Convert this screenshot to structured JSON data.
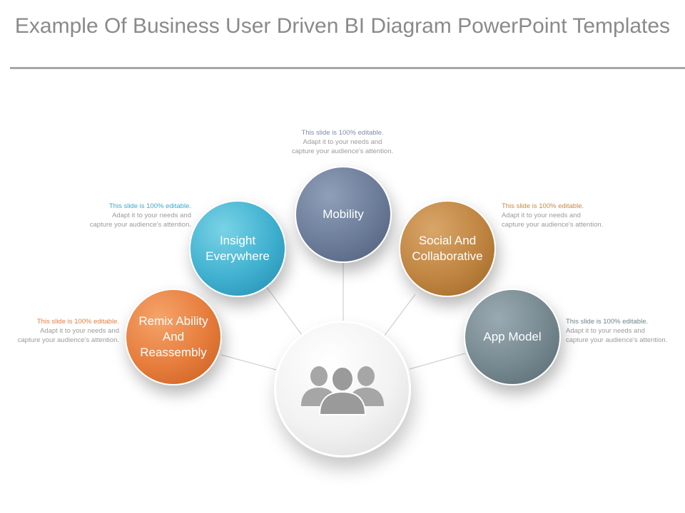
{
  "title": "Example Of Business User Driven BI Diagram PowerPoint Templates",
  "nodes": {
    "mobility": "Mobility",
    "insight": "Insight Everywhere",
    "social": "Social And Collaborative",
    "remix": "Remix Ability And Reassembly",
    "app": "App Model"
  },
  "notes": {
    "mobility": {
      "line1": "This slide is 100% editable.",
      "line2": "Adapt it to your needs and",
      "line3": "capture your audience's attention."
    },
    "insight": {
      "line1": "This slide is 100% editable.",
      "line2": "Adapt it to your needs and",
      "line3": "capture your audience's attention."
    },
    "social": {
      "line1": "This slide is 100% editable.",
      "line2": "Adapt it to your needs and",
      "line3": "capture your audience's attention."
    },
    "remix": {
      "line1": "This slide is 100% editable.",
      "line2": "Adapt it to your needs and",
      "line3": "capture your audience's attention."
    },
    "app": {
      "line1": "This slide is 100% editable.",
      "line2": "Adapt it to your needs and",
      "line3": "capture your audience's attention."
    }
  },
  "center_icon": "users-group-icon",
  "colors": {
    "mobility": "#6b7c99",
    "insight": "#3fb0cf",
    "social": "#bf8440",
    "remix": "#e67c3c",
    "app": "#76888f",
    "title": "#8a8a8a"
  }
}
